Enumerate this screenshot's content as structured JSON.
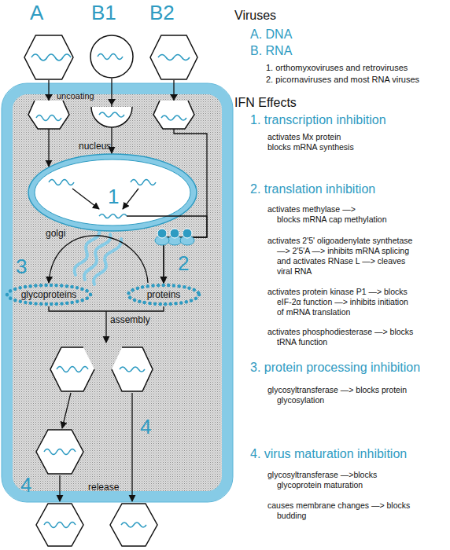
{
  "diagram": {
    "nodes": [
      {
        "text": [
          "A"
        ]
      },
      {
        "text": [
          "B1"
        ]
      },
      {
        "text": [
          "B2"
        ]
      },
      {
        "text": [
          "nucleus",
          "1"
        ]
      },
      {
        "text": [
          "glycoproteins"
        ]
      },
      {
        "text": [
          "proteins"
        ]
      }
    ],
    "edges": [
      {
        "from": 0,
        "to": 3,
        "arrow": "to"
      },
      {
        "from": 1,
        "to": 3,
        "arrow": "to"
      },
      {
        "from": 3,
        "to": 5,
        "arrow": "to"
      },
      {
        "from": 2,
        "to": 5,
        "arrow": "to"
      },
      {
        "from": 5,
        "to": 4,
        "arrow": "to"
      }
    ],
    "labels": [
      "uncoating",
      "golgi",
      "3",
      "2",
      "assembly",
      "4",
      "4",
      "release",
      "Viruses",
      "A. DNA",
      "B. RNA",
      "1. orthomyxoviruses and retroviruses",
      "2. picornaviruses and most RNA viruses",
      "IFN Effects",
      "1. transcription inhibition",
      "activates Mx protein",
      "blocks mRNA synthesis",
      "2. translation inhibition",
      "activates methylase —>",
      "blocks mRNA cap methylation",
      "activates 2'5' oligoadenylate synthetase",
      "—> 2'5'A —> inhibits mRNA splicing",
      "and activates RNase L —> cleaves",
      "viral RNA",
      "activates protein kinase P1 —> blocks",
      "eIF-2α function —> inhibits initiation",
      "of mRNA translation",
      "activates phosphodiesterase —> blocks",
      "tRNA function",
      "3. protein processing inhibition",
      "glycosyltransferase —> blocks protein",
      "glycosylation",
      "4. virus maturation inhibition",
      "glycosyltransferase —>blocks",
      "glycoprotein maturation",
      "causes membrane changes —> blocks",
      "budding"
    ]
  }
}
